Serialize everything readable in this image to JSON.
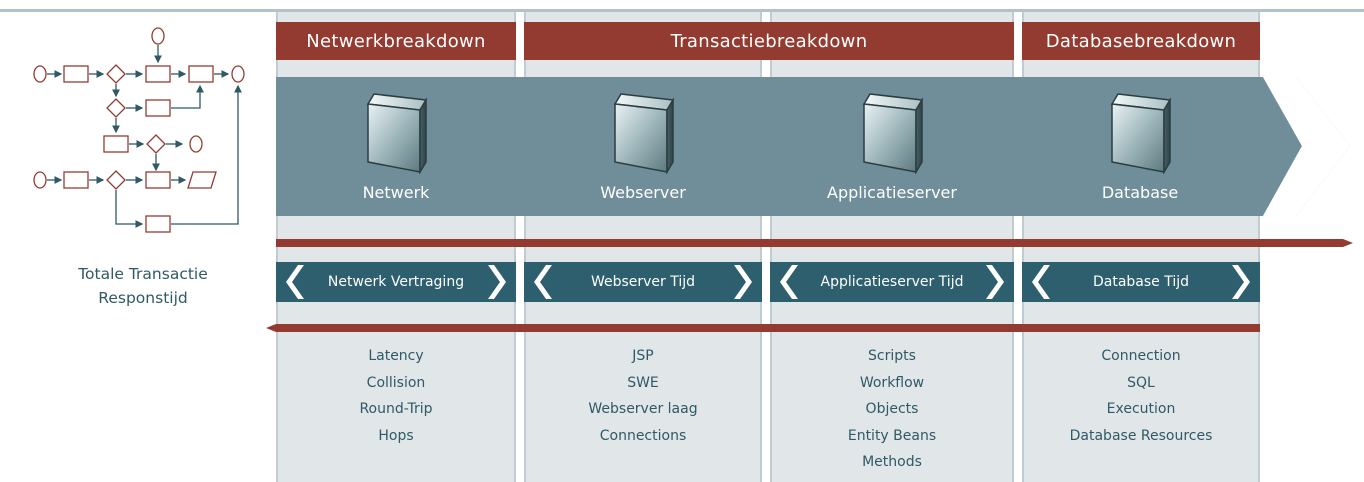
{
  "caption": "Totale Transactie Responstijd",
  "banners": [
    "Netwerkbreakdown",
    "Transactiebreakdown",
    "Databasebreakdown"
  ],
  "layers": [
    {
      "label": "Netwerk",
      "time": "Netwerk Vertraging",
      "items": [
        "Latency",
        "Collision",
        "Round-Trip",
        "Hops"
      ]
    },
    {
      "label": "Webserver",
      "time": "Webserver Tijd",
      "items": [
        "JSP",
        "SWE",
        "Webserver laag",
        "Connections"
      ]
    },
    {
      "label": "Applicatieserver",
      "time": "Applicatieserver Tijd",
      "items": [
        "Scripts",
        "Workflow",
        "Objects",
        "Entity Beans",
        "Methods"
      ]
    },
    {
      "label": "Database",
      "time": "Database Tijd",
      "items": [
        "Connection",
        "SQL",
        "Execution",
        "Database Resources"
      ]
    }
  ],
  "colors": {
    "banner": "#943b31",
    "band": "#6f8e9a",
    "pill": "#2d5f6f",
    "column": "#e1e6e9",
    "text": "#2f5966"
  }
}
